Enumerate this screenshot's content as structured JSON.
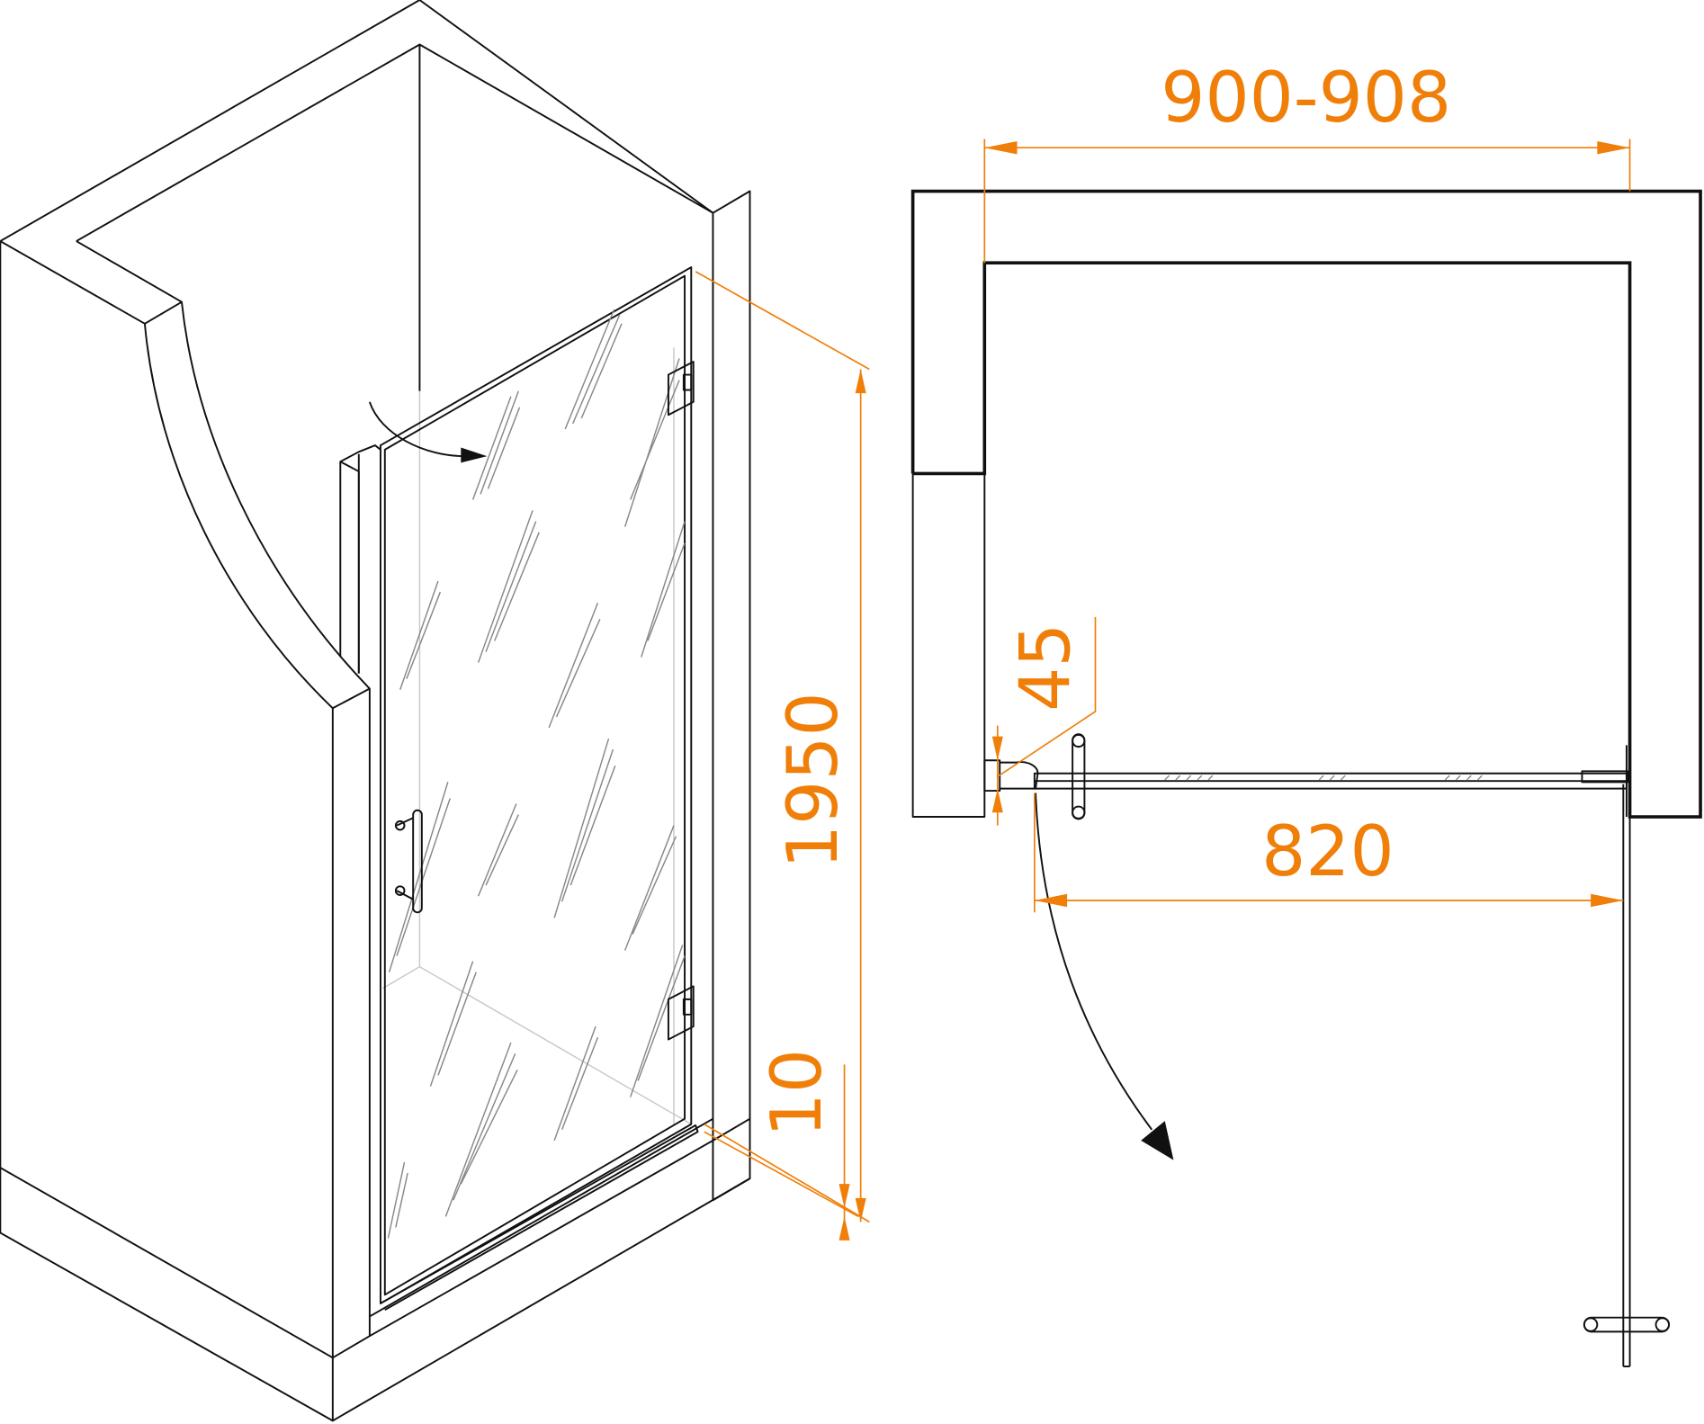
{
  "colors": {
    "dimension": "#F07F0A",
    "line": "#111111"
  },
  "isometric_view": {
    "height_label": "1950",
    "threshold_label": "10"
  },
  "plan_view": {
    "opening_width_label": "900-908",
    "door_width_label": "820",
    "profile_depth_label": "45"
  }
}
